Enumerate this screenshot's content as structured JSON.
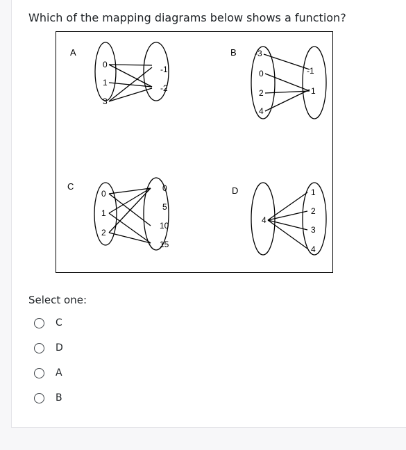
{
  "question": "Which of the mapping diagrams below shows a function?",
  "diagrams": {
    "A": {
      "label": "A",
      "domain": [
        "0",
        "1",
        "3"
      ],
      "range": [
        "-1",
        "-2"
      ]
    },
    "B": {
      "label": "B",
      "domain": [
        "-3",
        "0",
        "2",
        "4"
      ],
      "range": [
        "-1",
        "1"
      ]
    },
    "C": {
      "label": "C",
      "domain": [
        "0",
        "1",
        "2"
      ],
      "range": [
        "0",
        "5",
        "10",
        "15"
      ]
    },
    "D": {
      "label": "D",
      "domain": [
        "4"
      ],
      "range": [
        "1",
        "2",
        "3",
        "4"
      ]
    }
  },
  "select_label": "Select one:",
  "options": [
    {
      "label": "C"
    },
    {
      "label": "D"
    },
    {
      "label": "A"
    },
    {
      "label": "B"
    }
  ],
  "colors": {
    "text": "#1d2125",
    "diagram_stroke": "#000000"
  }
}
